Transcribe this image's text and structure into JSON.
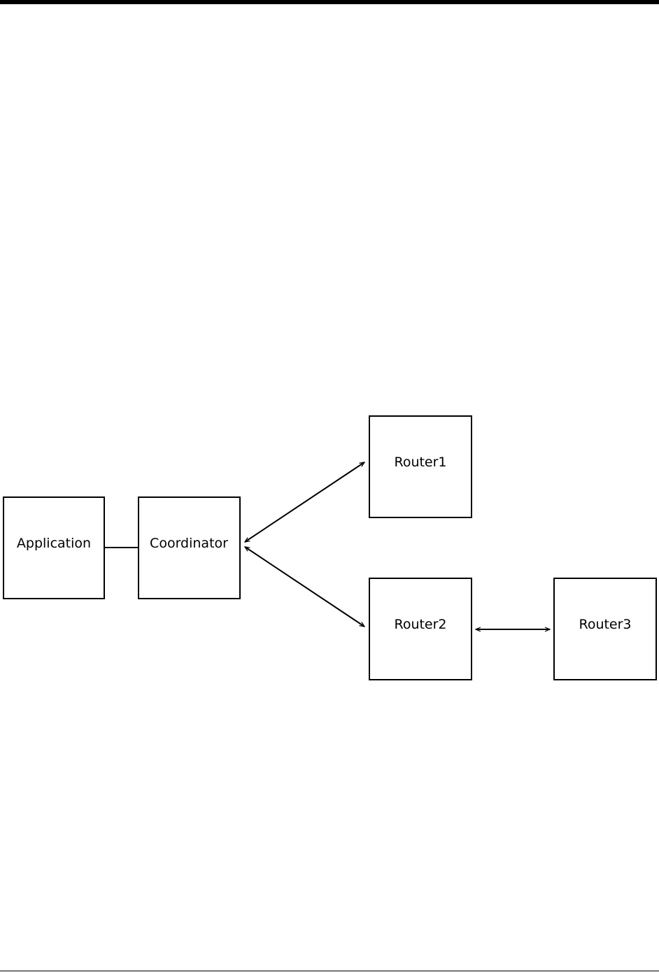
{
  "diagram": {
    "nodes": {
      "application": "Application",
      "coordinator": "Coordinator",
      "router1": "Router1",
      "router2": "Router2",
      "router3": "Router3"
    },
    "edges": [
      {
        "from": "Application",
        "to": "Coordinator",
        "directed": false
      },
      {
        "from": "Coordinator",
        "to": "Router1",
        "directed": "both"
      },
      {
        "from": "Coordinator",
        "to": "Router2",
        "directed": "both"
      },
      {
        "from": "Router2",
        "to": "Router3",
        "directed": "both"
      }
    ]
  }
}
